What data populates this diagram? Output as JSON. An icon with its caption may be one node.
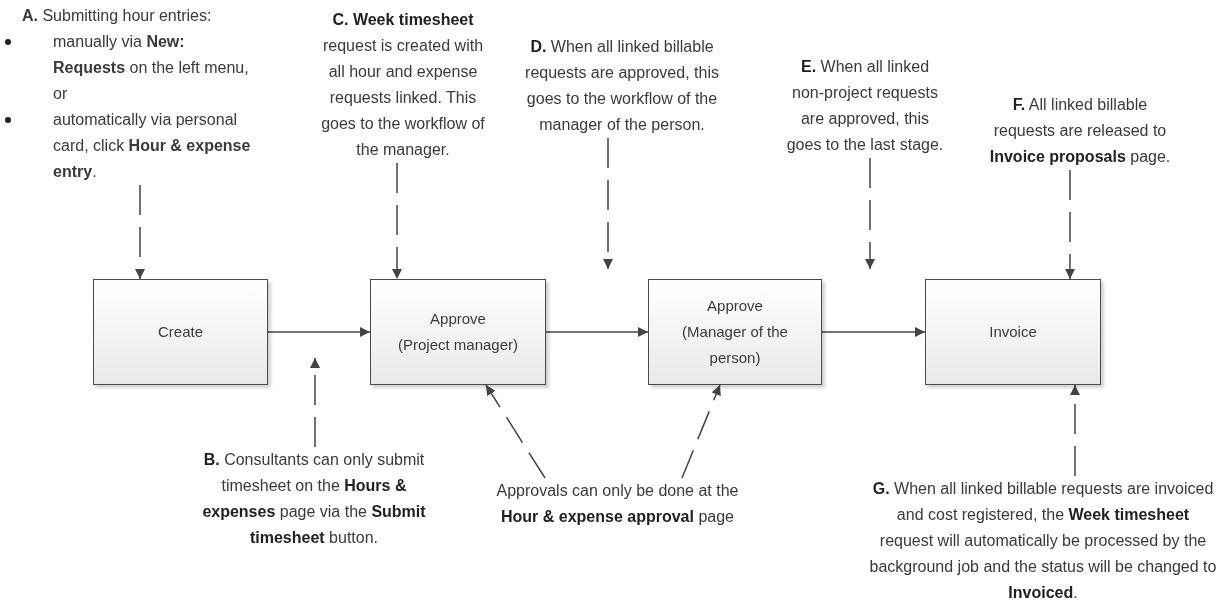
{
  "diagram": {
    "nodes": [
      {
        "text": [
          "**A.** Submitting hour entries:",
          "manually via **New: Requests** on the left menu, or",
          "automatically via personal card, click **Hour & expense entry**."
        ]
      },
      {
        "text": [
          "**C. Week timesheet** request is created with all hour and expense requests linked. This goes to the workflow of the manager."
        ]
      },
      {
        "text": [
          "**D.** When all linked billable requests are approved, this goes to the workflow of the manager of the person."
        ]
      },
      {
        "text": [
          "**E.** When all linked non-project requests are approved, this goes to the last stage."
        ]
      },
      {
        "text": [
          "**F.** All linked billable requests are released to **Invoice proposals** page."
        ]
      },
      {
        "text": [
          "Create"
        ]
      },
      {
        "text": [
          "Approve",
          "(Project manager)"
        ]
      },
      {
        "text": [
          "Approve",
          "(Manager of the person)"
        ]
      },
      {
        "text": [
          "Invoice"
        ]
      },
      {
        "text": [
          "**B.** Consultants can only submit timesheet on the **Hours & expenses** page via the  **Submit timesheet** button."
        ]
      },
      {
        "text": [
          "Approvals can only be done at the **Hour & expense approval** page"
        ]
      },
      {
        "text": [
          "**G.** When all linked billable requests are invoiced and cost registered, the **Week timesheet** request will automatically be processed by the background job and the status will be changed to **Invoiced**."
        ]
      }
    ],
    "edges": [
      {
        "from": 0,
        "to": 5,
        "arrow": "to",
        "style": "dashed"
      },
      {
        "from": 1,
        "to": 6,
        "arrow": "to",
        "style": "dashed"
      },
      {
        "from": 2,
        "to": null,
        "arrow": "to",
        "style": "dashed"
      },
      {
        "from": 3,
        "to": null,
        "arrow": "to",
        "style": "dashed"
      },
      {
        "from": 4,
        "to": 8,
        "arrow": "to",
        "style": "dashed"
      },
      {
        "from": 5,
        "to": 6,
        "arrow": "to"
      },
      {
        "from": 6,
        "to": 7,
        "arrow": "to"
      },
      {
        "from": 7,
        "to": 8,
        "arrow": "to"
      },
      {
        "from": 9,
        "to": null,
        "arrow": "to",
        "style": "dashed"
      },
      {
        "from": 10,
        "to": 6,
        "arrow": "to",
        "style": "dashed"
      },
      {
        "from": 10,
        "to": 7,
        "arrow": "to",
        "style": "dashed"
      },
      {
        "from": 11,
        "to": 8,
        "arrow": "to",
        "style": "dashed"
      }
    ]
  }
}
